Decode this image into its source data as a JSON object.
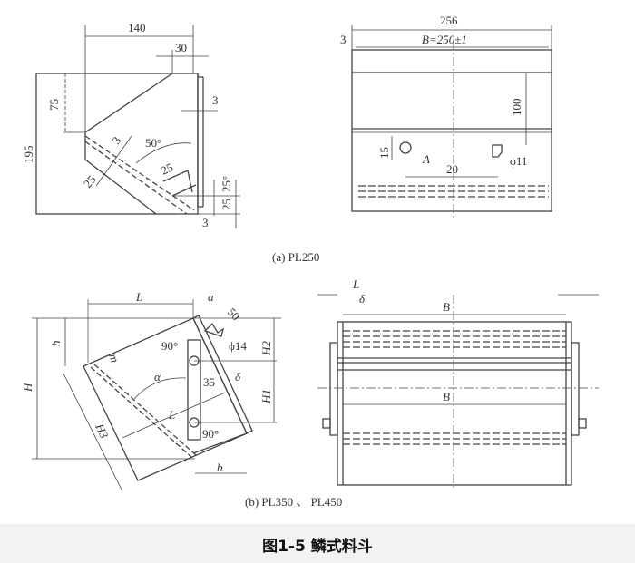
{
  "figure_a": {
    "label": "(a) PL250",
    "side_view": {
      "dims": [
        "140",
        "30",
        "3",
        "75",
        "195",
        "3",
        "50°",
        "25",
        "25",
        "25°",
        "25",
        "25",
        "3"
      ]
    },
    "front_view": {
      "dims": [
        "256",
        "3",
        "B=250±1",
        "100",
        "15",
        "A",
        "20",
        "ϕ11"
      ]
    }
  },
  "figure_b": {
    "label": "(b) PL350 、 PL450",
    "side_view": {
      "dims": [
        "L",
        "a",
        "50",
        "h",
        "H",
        "H2",
        "H1",
        "90°",
        "ϕ14",
        "m",
        "α",
        "35",
        "δ",
        "L",
        "H3",
        "90°",
        "b"
      ]
    },
    "front_view": {
      "dims": [
        "L",
        "δ",
        "B",
        "B"
      ]
    }
  },
  "caption": "图1-5 鳞式料斗"
}
